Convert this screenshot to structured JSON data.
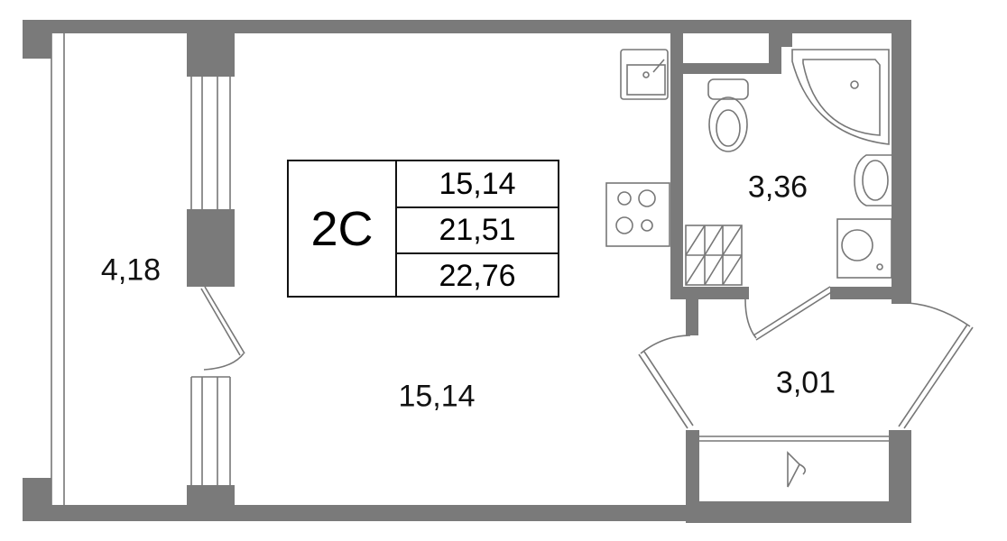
{
  "plan": {
    "unit_type": "2C",
    "areas_summary": [
      "15,14",
      "21,51",
      "22,76"
    ],
    "rooms": {
      "balcony": "4,18",
      "living_room": "15,14",
      "bathroom": "3,36",
      "hallway": "3,01"
    },
    "colors": {
      "wall": "#7a7a7a",
      "line": "#777777",
      "text": "#111111"
    }
  }
}
